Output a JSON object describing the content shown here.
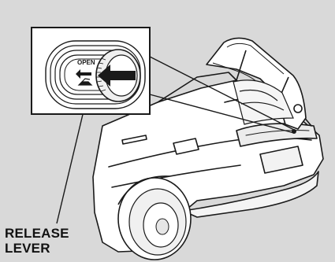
{
  "callout": {
    "label_line1": "RELEASE",
    "label_line2": "LEVER",
    "lever_marking": "OPEN"
  },
  "colors": {
    "background": "#d9d9d9",
    "inset_fill": "#ffffff",
    "line": "#1a1a1a"
  },
  "icons": [
    "trunk-open-symbol-icon",
    "arrow-left-icon"
  ]
}
